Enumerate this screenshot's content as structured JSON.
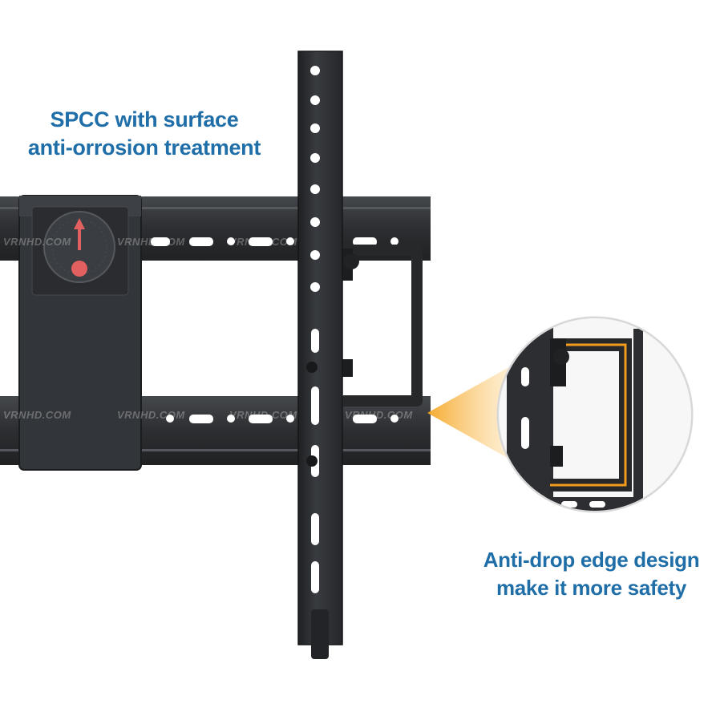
{
  "captions": {
    "top_line1": "SPCC with surface",
    "top_line2": "anti-orrosion treatment",
    "bottom_line1": "Anti-drop edge design",
    "bottom_line2": "make it more safety"
  },
  "watermark": "VRNHD.COM",
  "colors": {
    "caption": "#1f6ea8",
    "steel": "#2e3033",
    "highlight": "#f29b1d",
    "needle": "#e26060"
  },
  "icons": {
    "level_gauge": "bubble-level-icon"
  }
}
